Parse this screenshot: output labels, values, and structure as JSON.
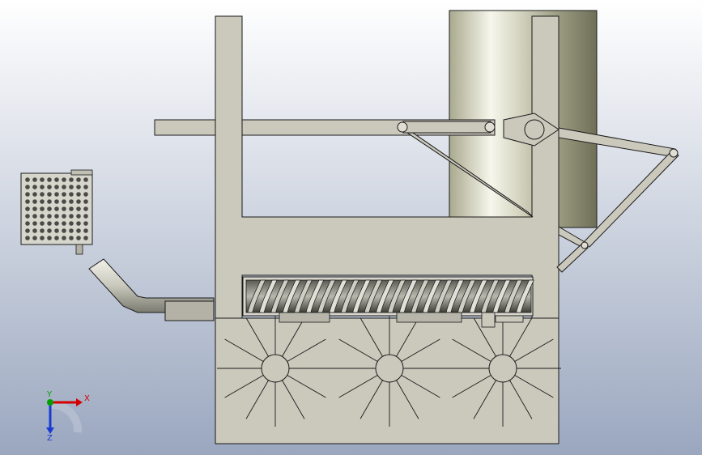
{
  "viewport": {
    "background_top": "#ffffff",
    "background_bottom": "#9aa7bf"
  },
  "colors": {
    "frame_fill": "#cbc8bc",
    "frame_stroke": "#1a1a1a",
    "cylinder_light": "#f4f4ea",
    "cylinder_dark": "#8b8b70",
    "auger_dark": "#3d3d38",
    "auger_light": "#c9c9c0",
    "filter_fill": "#d6d6cc",
    "hole_fill": "#4a4a46",
    "axis_x": "#d40000",
    "axis_y": "#00a000",
    "axis_z": "#1a3ad4"
  },
  "triad": {
    "x_label": "X",
    "y_label": "Y",
    "z_label": "Z"
  },
  "parts": {
    "frame": "main-frame",
    "cylinder": "vertical-cylinder",
    "horizontal_bar": "horizontal-bar",
    "linkage": "crank-linkage",
    "auger": "screw-auger",
    "lower_box": "lower-housing",
    "filter": "perforated-filter",
    "pipe": "bent-outlet-pipe",
    "stars": "radial-paddle-wheels"
  },
  "paddle_wheels": {
    "count": 3,
    "spokes": 12
  },
  "filter_grid": {
    "rows": 9,
    "cols": 9
  },
  "auger_turns": 24
}
